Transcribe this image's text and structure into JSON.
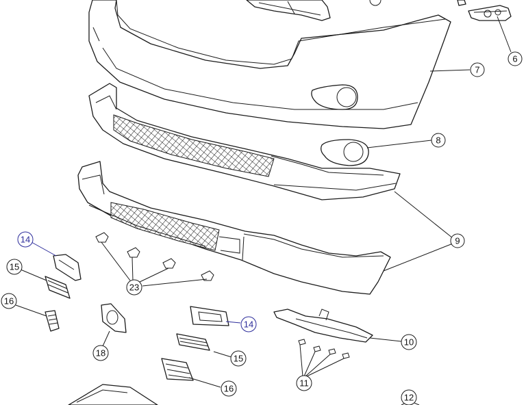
{
  "diagram": {
    "callouts": [
      {
        "id": "c6",
        "label": "6"
      },
      {
        "id": "c7",
        "label": "7"
      },
      {
        "id": "c8",
        "label": "8"
      },
      {
        "id": "c9",
        "label": "9"
      },
      {
        "id": "c10",
        "label": "10"
      },
      {
        "id": "c11",
        "label": "11"
      },
      {
        "id": "c12",
        "label": "12"
      },
      {
        "id": "c14a",
        "label": "14"
      },
      {
        "id": "c14b",
        "label": "14"
      },
      {
        "id": "c15a",
        "label": "15"
      },
      {
        "id": "c15b",
        "label": "15"
      },
      {
        "id": "c16a",
        "label": "16"
      },
      {
        "id": "c16b",
        "label": "16"
      },
      {
        "id": "c18",
        "label": "18"
      },
      {
        "id": "c23",
        "label": "23"
      }
    ],
    "colors": {
      "line": "#1a1a1a",
      "highlight": "#2b2b9a",
      "background": "#ffffff"
    }
  }
}
